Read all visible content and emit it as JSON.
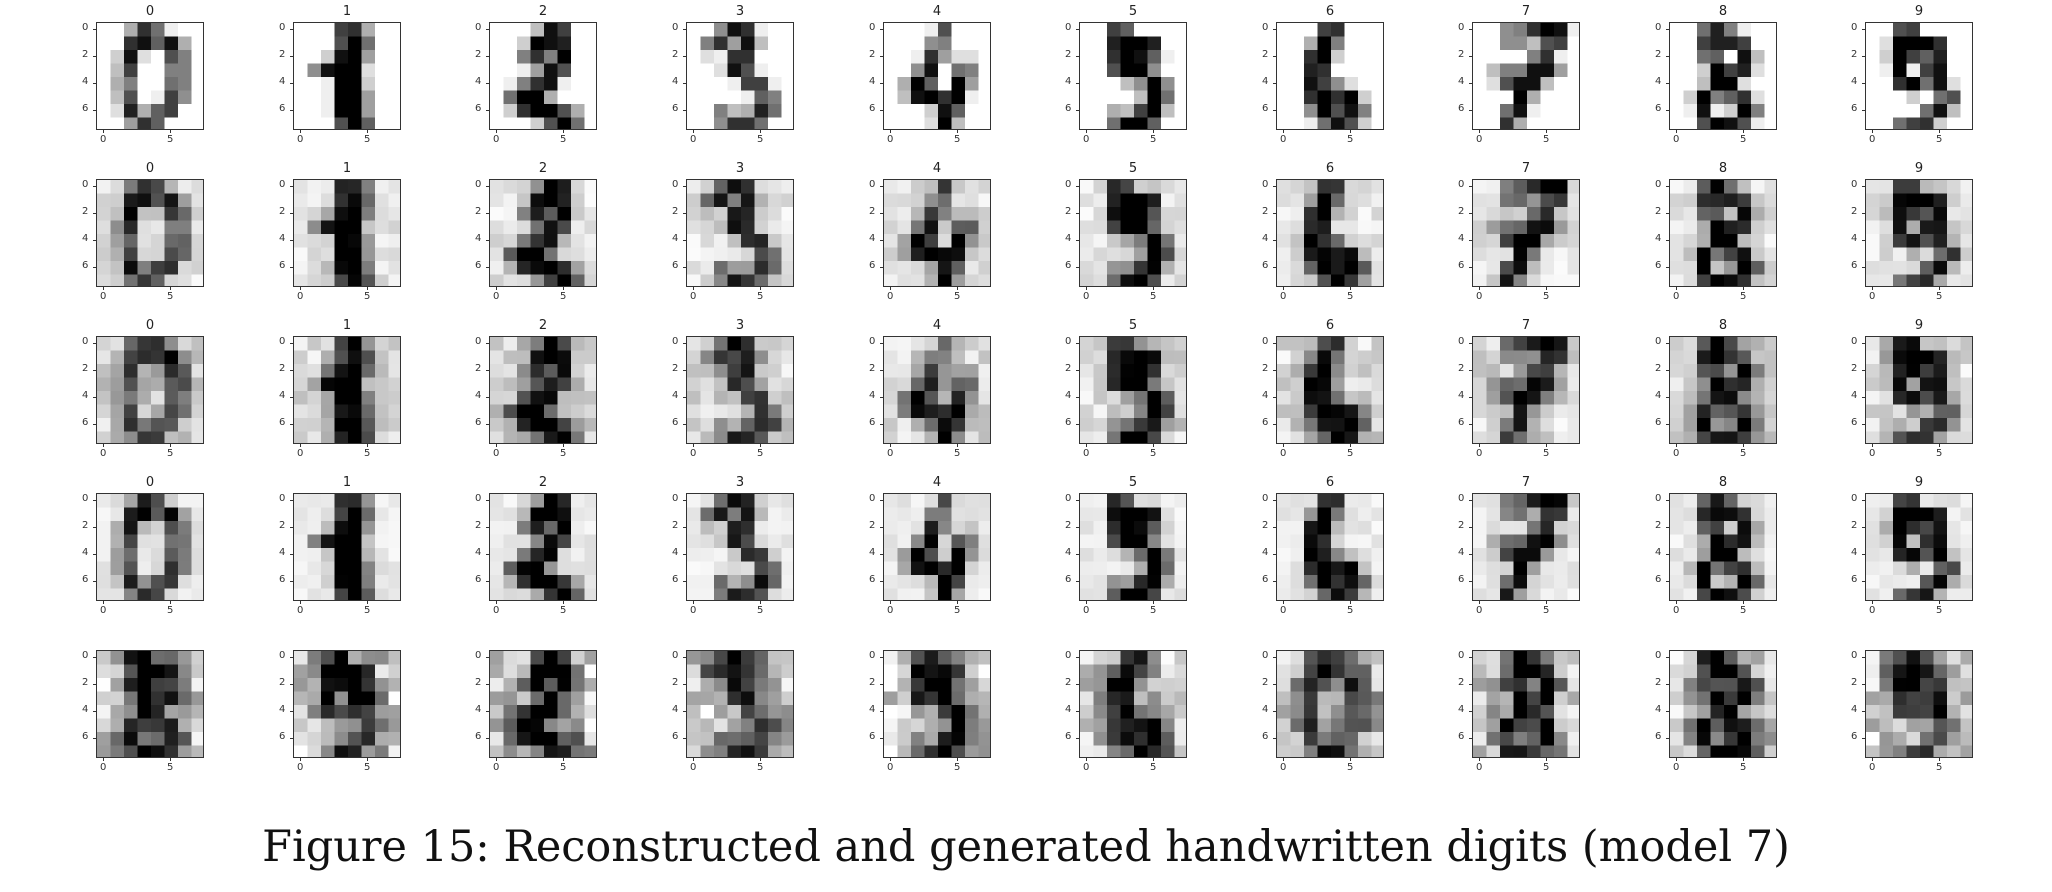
{
  "caption": "Figure 15: Reconstructed and generated handwritten digits (model 7)",
  "chart_data": {
    "type": "heatmap",
    "grid_rows": 5,
    "grid_cols": 10,
    "image_size": [
      8,
      8
    ],
    "colormap": "gray_r",
    "vmin": 0,
    "vmax": 16,
    "xticks": [
      "0",
      "5"
    ],
    "yticks": [
      "0",
      "2",
      "4",
      "6"
    ],
    "row_titles": [
      [
        "0",
        "1",
        "2",
        "3",
        "4",
        "5",
        "6",
        "7",
        "8",
        "9"
      ],
      [
        "0",
        "1",
        "2",
        "3",
        "4",
        "5",
        "6",
        "7",
        "8",
        "9"
      ],
      [
        "0",
        "1",
        "2",
        "3",
        "4",
        "5",
        "6",
        "7",
        "8",
        "9"
      ],
      [
        "0",
        "1",
        "2",
        "3",
        "4",
        "5",
        "6",
        "7",
        "8",
        "9"
      ],
      [
        "",
        "",
        "",
        "",
        "",
        "",
        "",
        "",
        "",
        ""
      ]
    ],
    "digit_templates": {
      "0": [
        [
          0,
          0,
          5,
          13,
          9,
          1,
          0,
          0
        ],
        [
          0,
          0,
          13,
          15,
          10,
          15,
          5,
          0
        ],
        [
          0,
          3,
          15,
          2,
          0,
          11,
          8,
          0
        ],
        [
          0,
          4,
          12,
          0,
          0,
          8,
          8,
          0
        ],
        [
          0,
          5,
          8,
          0,
          0,
          9,
          8,
          0
        ],
        [
          0,
          4,
          11,
          0,
          1,
          12,
          7,
          0
        ],
        [
          0,
          2,
          14,
          5,
          10,
          12,
          0,
          0
        ],
        [
          0,
          0,
          6,
          13,
          10,
          0,
          0,
          0
        ]
      ],
      "1": [
        [
          0,
          0,
          0,
          12,
          13,
          5,
          0,
          0
        ],
        [
          0,
          0,
          0,
          11,
          16,
          9,
          0,
          0
        ],
        [
          0,
          0,
          3,
          15,
          16,
          6,
          0,
          0
        ],
        [
          0,
          7,
          15,
          16,
          16,
          2,
          0,
          0
        ],
        [
          0,
          0,
          1,
          16,
          16,
          3,
          0,
          0
        ],
        [
          0,
          0,
          1,
          16,
          16,
          6,
          0,
          0
        ],
        [
          0,
          0,
          1,
          16,
          16,
          6,
          0,
          0
        ],
        [
          0,
          0,
          0,
          11,
          16,
          10,
          0,
          0
        ]
      ],
      "2": [
        [
          0,
          0,
          0,
          4,
          15,
          12,
          0,
          0
        ],
        [
          0,
          0,
          3,
          16,
          15,
          14,
          0,
          0
        ],
        [
          0,
          0,
          8,
          13,
          8,
          16,
          0,
          0
        ],
        [
          0,
          0,
          1,
          6,
          15,
          11,
          0,
          0
        ],
        [
          0,
          1,
          8,
          13,
          15,
          1,
          0,
          0
        ],
        [
          0,
          9,
          16,
          16,
          5,
          0,
          0,
          0
        ],
        [
          0,
          3,
          13,
          16,
          16,
          11,
          5,
          0
        ],
        [
          0,
          0,
          0,
          3,
          11,
          16,
          9,
          0
        ]
      ],
      "3": [
        [
          0,
          0,
          7,
          15,
          13,
          1,
          0,
          0
        ],
        [
          0,
          8,
          13,
          6,
          15,
          4,
          0,
          0
        ],
        [
          0,
          2,
          1,
          13,
          13,
          0,
          0,
          0
        ],
        [
          0,
          0,
          2,
          15,
          11,
          1,
          0,
          0
        ],
        [
          0,
          0,
          0,
          1,
          12,
          12,
          1,
          0
        ],
        [
          0,
          0,
          0,
          0,
          1,
          10,
          8,
          0
        ],
        [
          0,
          0,
          8,
          4,
          5,
          14,
          9,
          0
        ],
        [
          0,
          0,
          7,
          13,
          13,
          9,
          0,
          0
        ]
      ],
      "4": [
        [
          0,
          0,
          0,
          1,
          11,
          0,
          0,
          0
        ],
        [
          0,
          0,
          0,
          7,
          8,
          0,
          0,
          0
        ],
        [
          0,
          0,
          1,
          13,
          6,
          2,
          2,
          0
        ],
        [
          0,
          0,
          7,
          15,
          0,
          9,
          8,
          0
        ],
        [
          0,
          5,
          16,
          10,
          0,
          16,
          6,
          0
        ],
        [
          0,
          4,
          15,
          16,
          13,
          16,
          1,
          0
        ],
        [
          0,
          0,
          0,
          3,
          15,
          10,
          0,
          0
        ],
        [
          0,
          0,
          0,
          2,
          16,
          4,
          0,
          0
        ]
      ],
      "5": [
        [
          0,
          0,
          12,
          10,
          0,
          0,
          0,
          0
        ],
        [
          0,
          0,
          14,
          16,
          16,
          14,
          0,
          0
        ],
        [
          0,
          0,
          13,
          16,
          15,
          10,
          1,
          0
        ],
        [
          0,
          0,
          11,
          16,
          16,
          7,
          0,
          0
        ],
        [
          0,
          0,
          0,
          4,
          7,
          16,
          7,
          0
        ],
        [
          0,
          0,
          0,
          0,
          4,
          16,
          9,
          0
        ],
        [
          0,
          0,
          5,
          4,
          12,
          16,
          4,
          0
        ],
        [
          0,
          0,
          9,
          16,
          16,
          10,
          0,
          0
        ]
      ],
      "6": [
        [
          0,
          0,
          0,
          12,
          13,
          0,
          0,
          0
        ],
        [
          0,
          0,
          5,
          16,
          8,
          0,
          0,
          0
        ],
        [
          0,
          0,
          13,
          16,
          3,
          0,
          0,
          0
        ],
        [
          0,
          0,
          14,
          13,
          0,
          0,
          0,
          0
        ],
        [
          0,
          0,
          15,
          12,
          7,
          2,
          0,
          0
        ],
        [
          0,
          0,
          13,
          16,
          13,
          16,
          3,
          0
        ],
        [
          0,
          0,
          7,
          16,
          11,
          15,
          8,
          0
        ],
        [
          0,
          0,
          1,
          9,
          15,
          11,
          3,
          0
        ]
      ],
      "7": [
        [
          0,
          0,
          7,
          8,
          13,
          16,
          15,
          1
        ],
        [
          0,
          0,
          7,
          7,
          4,
          11,
          12,
          0
        ],
        [
          0,
          0,
          0,
          0,
          8,
          13,
          1,
          0
        ],
        [
          0,
          4,
          8,
          8,
          15,
          15,
          6,
          0
        ],
        [
          0,
          2,
          11,
          15,
          15,
          4,
          0,
          0
        ],
        [
          0,
          0,
          0,
          16,
          5,
          0,
          0,
          0
        ],
        [
          0,
          0,
          9,
          15,
          1,
          0,
          0,
          0
        ],
        [
          0,
          0,
          13,
          5,
          0,
          0,
          0,
          0
        ]
      ],
      "8": [
        [
          0,
          0,
          9,
          14,
          8,
          1,
          0,
          0
        ],
        [
          0,
          0,
          12,
          14,
          14,
          12,
          0,
          0
        ],
        [
          0,
          0,
          9,
          10,
          0,
          15,
          4,
          0
        ],
        [
          0,
          0,
          3,
          16,
          12,
          14,
          2,
          0
        ],
        [
          0,
          0,
          4,
          16,
          16,
          2,
          0,
          0
        ],
        [
          0,
          3,
          16,
          8,
          10,
          13,
          2,
          0
        ],
        [
          0,
          1,
          15,
          1,
          3,
          16,
          8,
          0
        ],
        [
          0,
          0,
          11,
          16,
          15,
          11,
          1,
          0
        ]
      ],
      "9": [
        [
          0,
          0,
          11,
          12,
          0,
          0,
          0,
          0
        ],
        [
          0,
          2,
          16,
          16,
          16,
          13,
          0,
          0
        ],
        [
          0,
          3,
          16,
          12,
          10,
          14,
          0,
          0
        ],
        [
          0,
          1,
          16,
          1,
          12,
          15,
          0,
          0
        ],
        [
          0,
          0,
          13,
          16,
          9,
          15,
          2,
          0
        ],
        [
          0,
          0,
          0,
          3,
          0,
          9,
          11,
          0
        ],
        [
          0,
          0,
          0,
          0,
          9,
          15,
          4,
          0
        ],
        [
          0,
          0,
          9,
          12,
          13,
          3,
          0,
          0
        ]
      ]
    },
    "rows": [
      {
        "kind": "original",
        "background": 0,
        "noise": 0,
        "blur": 0
      },
      {
        "kind": "reconstruction",
        "background": 1.6,
        "noise": 1.4,
        "blur": 0.18
      },
      {
        "kind": "reconstruction",
        "background": 2.2,
        "noise": 2.0,
        "blur": 0.35
      },
      {
        "kind": "reconstruction",
        "background": 1.2,
        "noise": 0.9,
        "blur": 0.1
      },
      {
        "kind": "generated",
        "background": 3.0,
        "noise": 3.5,
        "blur": 0.55
      }
    ],
    "generated_templates": [
      "8",
      "9",
      "2",
      "3",
      "5",
      "6",
      "0",
      "8",
      "8",
      "9"
    ]
  }
}
